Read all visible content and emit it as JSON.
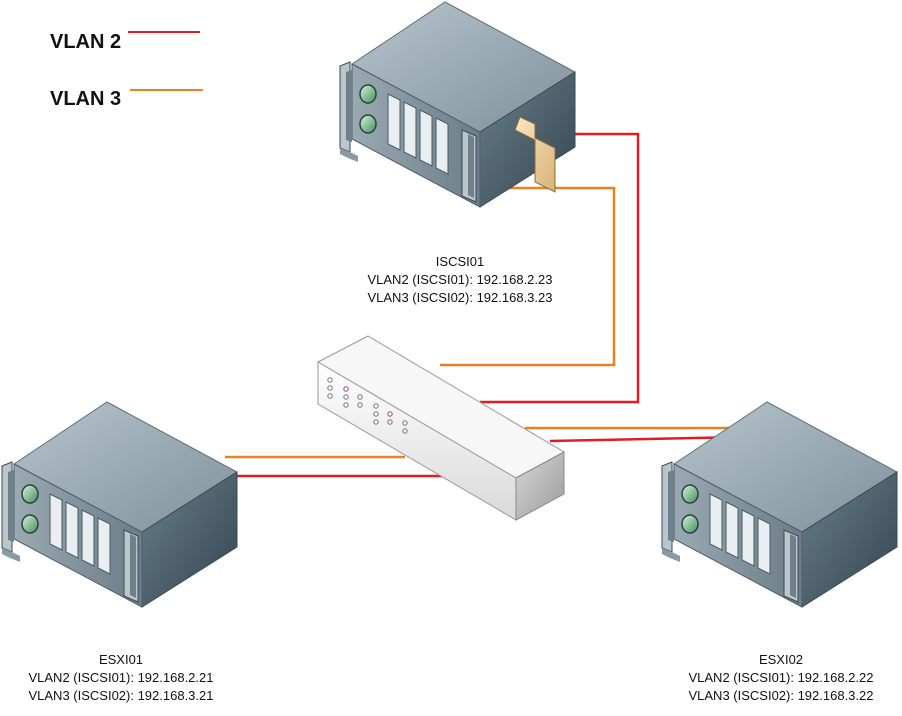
{
  "colors": {
    "vlan2": "#e31b23",
    "vlan3": "#e8811e"
  },
  "legend": [
    {
      "label": "VLAN 2",
      "color_key": "vlan2"
    },
    {
      "label": "VLAN 3",
      "color_key": "vlan3"
    }
  ],
  "nodes": {
    "iscsi01": {
      "name": "ISCSI01",
      "lines": [
        "VLAN2 (ISCSI01): 192.168.2.23",
        "VLAN3 (ISCSI02): 192.168.3.23"
      ]
    },
    "esxi01": {
      "name": "ESXI01",
      "lines": [
        "VLAN2 (ISCSI01): 192.168.2.21",
        "VLAN3 (ISCSI02): 192.168.3.21"
      ]
    },
    "esxi02": {
      "name": "ESXI02",
      "lines": [
        "VLAN2 (ISCSI01): 192.168.2.22",
        "VLAN3 (ISCSI02): 192.168.3.22"
      ]
    }
  }
}
